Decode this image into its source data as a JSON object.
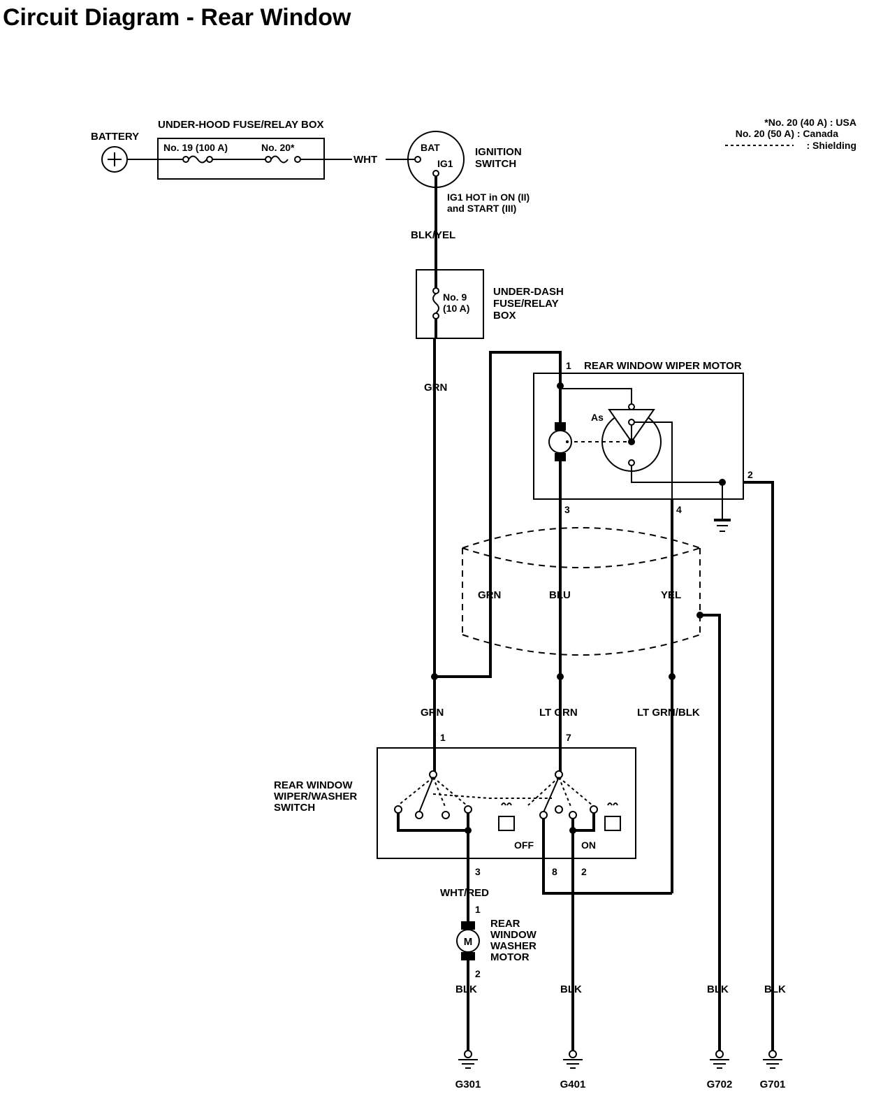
{
  "title": "Circuit Diagram - Rear Window",
  "notes": {
    "line1": "*No. 20 (40 A) : USA",
    "line2": "No. 20 (50 A) : Canada",
    "line3": ": Shielding"
  },
  "battery": {
    "label": "BATTERY"
  },
  "underhood_box": {
    "label": "UNDER-HOOD FUSE/RELAY BOX",
    "fuse_a": "No. 19 (100 A)",
    "fuse_b": "No. 20*"
  },
  "ignition": {
    "bat": "BAT",
    "ig1": "IG1",
    "label_1": "IGNITION",
    "label_2": "SWITCH",
    "note_1": "IG1 HOT in ON (II)",
    "note_2": "and START (III)"
  },
  "underdash_box": {
    "fuse_1": "No. 9",
    "fuse_2": "(10 A)",
    "label_1": "UNDER-DASH",
    "label_2": "FUSE/RELAY",
    "label_3": "BOX"
  },
  "wiper_motor": {
    "label": "REAR WINDOW WIPER MOTOR",
    "as": "As",
    "pin1": "1",
    "pin2": "2",
    "pin3": "3",
    "pin4": "4"
  },
  "wires": {
    "wht": "WHT",
    "blk_yel": "BLK/YEL",
    "grn": "GRN",
    "grn_shield": "GRN",
    "blu": "BLU",
    "yel": "YEL",
    "grn_sw": "GRN",
    "lt_grn": "LT GRN",
    "lt_grn_blk": "LT GRN/BLK",
    "wht_red": "WHT/RED",
    "blk_1": "BLK",
    "blk_2": "BLK",
    "blk_3": "BLK",
    "blk_4": "BLK"
  },
  "switch": {
    "label_1": "REAR WINDOW",
    "label_2": "WIPER/WASHER",
    "label_3": "SWITCH",
    "pin1": "1",
    "pin7": "7",
    "pin3": "3",
    "pin8": "8",
    "pin2": "2",
    "off": "OFF",
    "on": "ON"
  },
  "washer_motor": {
    "label_1": "REAR",
    "label_2": "WINDOW",
    "label_3": "WASHER",
    "label_4": "MOTOR",
    "symbol": "M",
    "pin1": "1",
    "pin2": "2"
  },
  "grounds": {
    "g301": "G301",
    "g401": "G401",
    "g702": "G702",
    "g701": "G701"
  }
}
